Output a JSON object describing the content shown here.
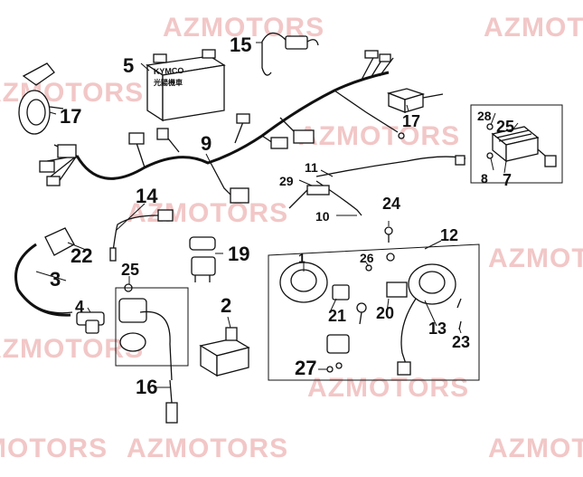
{
  "watermark": "AZMOTORS",
  "battery": {
    "brand": "KYMCO",
    "subtext": "光陽機車"
  },
  "callouts": {
    "c1": "1",
    "c2": "2",
    "c3": "3",
    "c4": "4",
    "c5": "5",
    "c7": "7",
    "c8": "8",
    "c9": "9",
    "c10": "10",
    "c11": "11",
    "c12": "12",
    "c13": "13",
    "c14": "14",
    "c15": "15",
    "c16": "16",
    "c17a": "17",
    "c17b": "17",
    "c19": "19",
    "c20": "20",
    "c21": "21",
    "c22": "22",
    "c23": "23",
    "c24": "24",
    "c25a": "25",
    "c25b": "25",
    "c26": "26",
    "c27": "27",
    "c28": "28",
    "c29": "29"
  }
}
